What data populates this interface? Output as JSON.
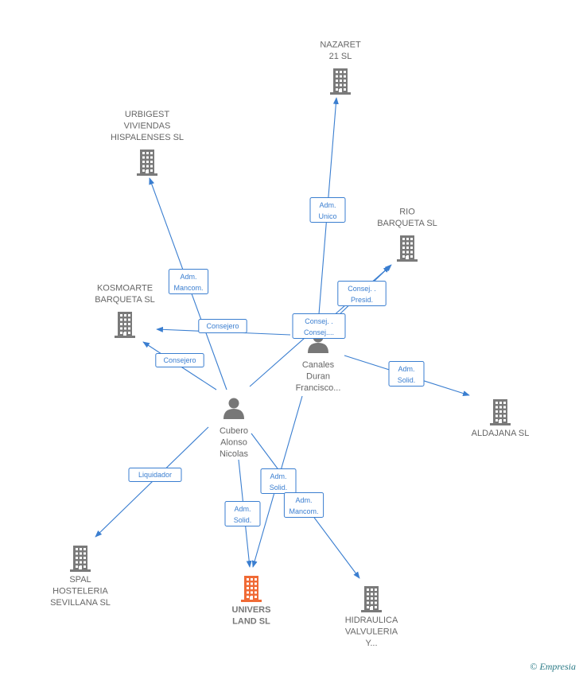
{
  "colors": {
    "edge": "#3a7ed0",
    "company": "#7a7a7a",
    "main_company": "#f06a35",
    "person": "#777777"
  },
  "nodes": [
    {
      "id": "nazaret",
      "kind": "company",
      "lines": [
        "NAZARET",
        "21  SL"
      ],
      "label_pos": "above"
    },
    {
      "id": "urbigest",
      "kind": "company",
      "lines": [
        "URBIGEST",
        "VIVIENDAS",
        "HISPALENSES SL"
      ],
      "label_pos": "above"
    },
    {
      "id": "rio",
      "kind": "company",
      "lines": [
        "RIO",
        "BARQUETA  SL"
      ],
      "label_pos": "above"
    },
    {
      "id": "kosmoarte",
      "kind": "company",
      "lines": [
        "KOSMOARTE",
        "BARQUETA  SL"
      ],
      "label_pos": "above"
    },
    {
      "id": "canales",
      "kind": "person",
      "lines": [
        "Canales",
        "Duran",
        "Francisco..."
      ],
      "label_pos": "below"
    },
    {
      "id": "aldajana",
      "kind": "company",
      "lines": [
        "ALDAJANA SL"
      ],
      "label_pos": "below"
    },
    {
      "id": "cubero",
      "kind": "person",
      "lines": [
        "Cubero",
        "Alonso",
        "Nicolas"
      ],
      "label_pos": "below"
    },
    {
      "id": "spal",
      "kind": "company",
      "lines": [
        "SPAL",
        "HOSTELERIA",
        "SEVILLANA  SL"
      ],
      "label_pos": "below"
    },
    {
      "id": "univers",
      "kind": "main",
      "lines": [
        "UNIVERS",
        "LAND  SL"
      ],
      "label_pos": "below"
    },
    {
      "id": "hidraulica",
      "kind": "company",
      "lines": [
        "HIDRAULICA",
        "VALVULERIA",
        "Y..."
      ],
      "label_pos": "below"
    }
  ],
  "edges": [
    {
      "from": "canales",
      "to": "nazaret",
      "label": [
        "Adm.",
        "Unico"
      ]
    },
    {
      "from": "cubero",
      "to": "urbigest",
      "label": [
        "Adm.",
        "Mancom."
      ]
    },
    {
      "from": "canales",
      "to": "rio",
      "label": [
        "Consej. .",
        "Presid."
      ]
    },
    {
      "from": "canales",
      "to": "rio",
      "label": [
        "Consej. .",
        "Consej...."
      ]
    },
    {
      "from": "canales",
      "to": "kosmoarte",
      "label": [
        "Consejero"
      ]
    },
    {
      "from": "cubero",
      "to": "kosmoarte",
      "label": [
        "Consejero"
      ]
    },
    {
      "from": "canales",
      "to": "aldajana",
      "label": [
        "Adm.",
        "Solid."
      ]
    },
    {
      "from": "cubero",
      "to": "spal",
      "label": [
        "Liquidador"
      ]
    },
    {
      "from": "cubero",
      "to": "univers",
      "label": [
        "Adm.",
        "Solid."
      ]
    },
    {
      "from": "canales",
      "to": "univers",
      "label": [
        "Adm.",
        "Solid."
      ]
    },
    {
      "from": "cubero",
      "to": "hidraulica",
      "label": [
        "Adm.",
        "Mancom."
      ]
    },
    {
      "from": "cubero",
      "to": "canales",
      "label": []
    }
  ],
  "brand": {
    "symbol": "©",
    "name": "Empresia"
  }
}
